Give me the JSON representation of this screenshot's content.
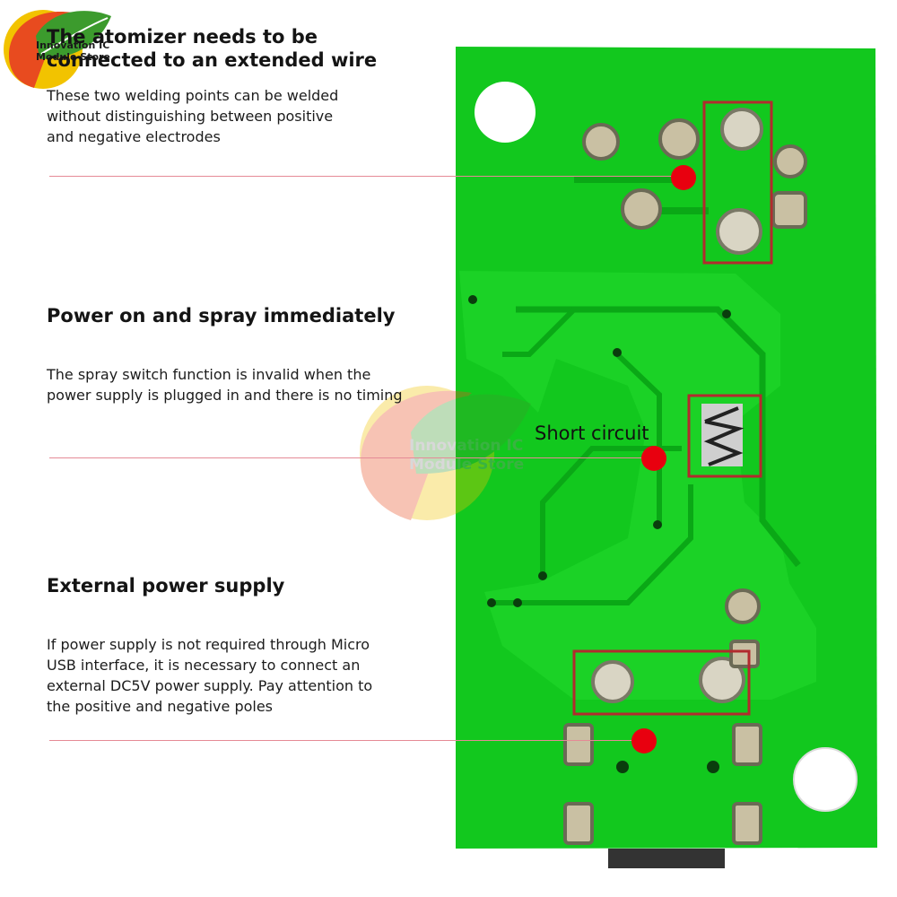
{
  "logo": {
    "line1": "Innovation IC",
    "line2": "Module Store"
  },
  "sections": {
    "atomizer": {
      "heading_line1": "The atomizer needs to be",
      "heading_line2": "connected to an extended wire",
      "body_line1": "These two welding points can be welded",
      "body_line2": "without distinguishing between positive",
      "body_line3": "and negative electrodes"
    },
    "power_on": {
      "heading": "Power on and spray immediately",
      "body_line1": "The spray switch function is invalid when the",
      "body_line2": "power supply is plugged in and there is no timing"
    },
    "external_power": {
      "heading": "External power supply",
      "body_line1": "If power supply is not required through Micro",
      "body_line2": "USB interface, it is necessary to connect an",
      "body_line3": "external DC5V power supply. Pay attention to",
      "body_line4": "the positive and negative poles"
    }
  },
  "pcb": {
    "short_circuit_label": "Short circuit"
  },
  "watermark": {
    "line1": "Innovation IC",
    "line2": "Module Store"
  },
  "colors": {
    "pcb_green": "#12c81e",
    "highlight_box": "#b22a2e",
    "pointer_dot": "#e8000f",
    "pointer_line": "#e58a96"
  }
}
